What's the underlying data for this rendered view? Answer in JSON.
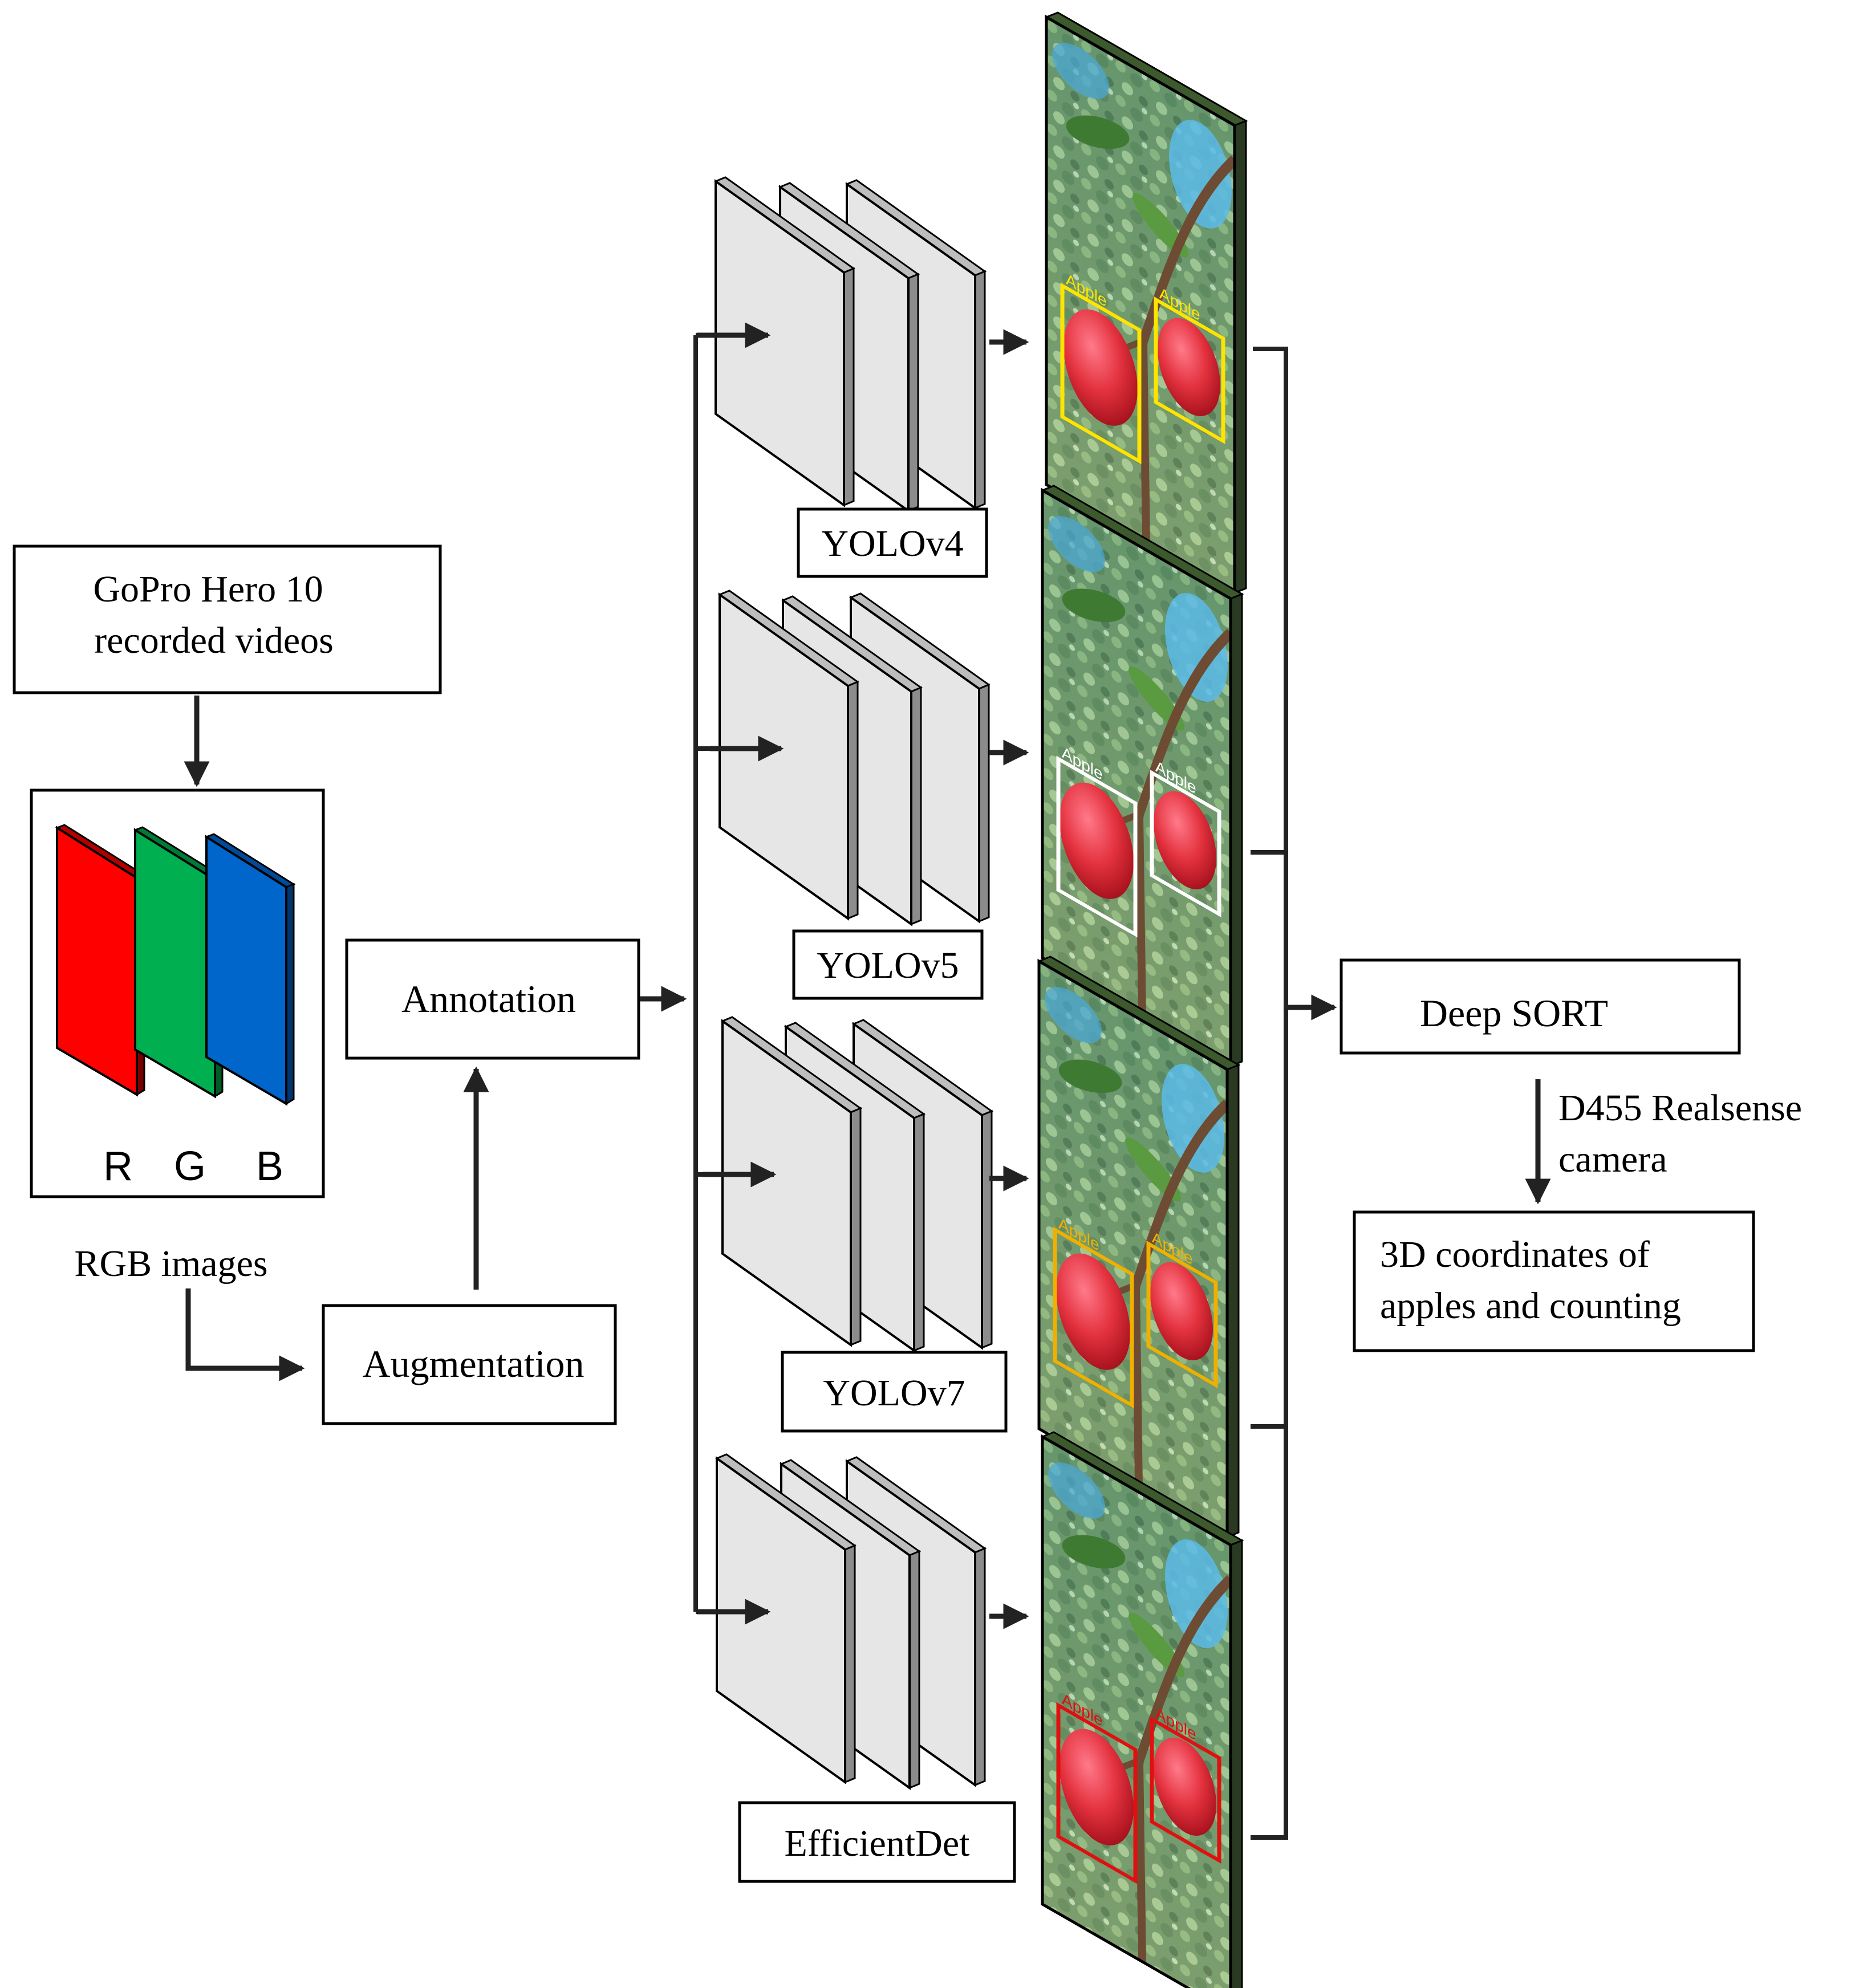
{
  "colors": {
    "red_channel": "#ff0000",
    "green_channel": "#00b050",
    "blue_channel": "#0066cc",
    "layer_face": "#e6e6e6",
    "box_yolov4": "#ffe400",
    "box_yolov5": "#ffffff",
    "box_yolov7": "#f0b000",
    "box_efficientdet": "#e01010"
  },
  "source": {
    "line1": "GoPro Hero 10",
    "line2": "recorded videos"
  },
  "channels": {
    "r": "R",
    "g": "G",
    "b": "B",
    "caption": "RGB images"
  },
  "steps": {
    "annotation": "Annotation",
    "augmentation": "Augmentation"
  },
  "models": [
    {
      "name": "YOLOv4",
      "box_color": "yellow",
      "box_tag": "Apple"
    },
    {
      "name": "YOLOv5",
      "box_color": "white",
      "box_tag": "Apple"
    },
    {
      "name": "YOLOv7",
      "box_color": "orange",
      "box_tag": "Apple"
    },
    {
      "name": "EfficientDet",
      "box_color": "red",
      "box_tag": "Apple"
    }
  ],
  "tracker": {
    "label": "Deep SORT",
    "device_line1": "D455 Realsense",
    "device_line2": "camera"
  },
  "output": {
    "line1": "3D coordinates of",
    "line2": "apples and counting"
  }
}
